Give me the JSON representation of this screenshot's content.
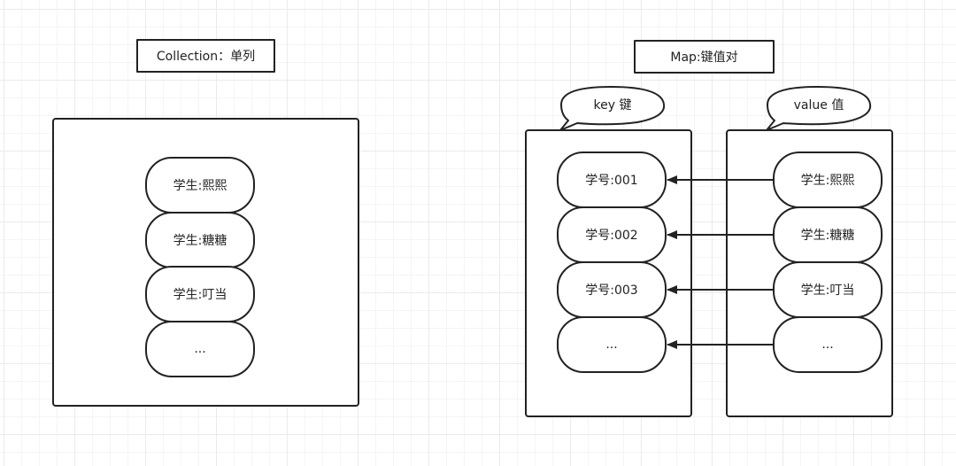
{
  "collection": {
    "title": "Collection：单列",
    "items": [
      "学生:熙熙",
      "学生:糖糖",
      "学生:叮当",
      "..."
    ]
  },
  "map": {
    "title": "Map:键值对",
    "key_label": "key 键",
    "value_label": "value 值",
    "keys": [
      "学号:001",
      "学号:002",
      "学号:003",
      "..."
    ],
    "values": [
      "学生:熙熙",
      "学生:糖糖",
      "学生:叮当",
      "..."
    ]
  }
}
